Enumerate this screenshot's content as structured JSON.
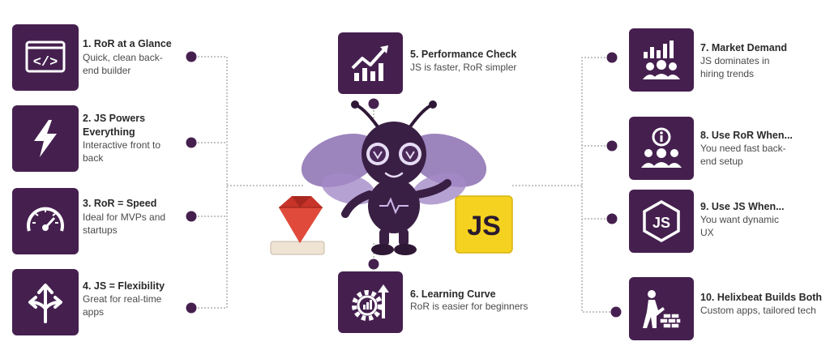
{
  "colors": {
    "accent": "#45204f",
    "line": "#7a7a7a",
    "wing": "#8b6fb1",
    "ruby": "#c8342a",
    "js_yellow": "#f5d21f"
  },
  "items": [
    {
      "title": "1. RoR at a Glance",
      "desc": "Quick, clean back-end builder",
      "icon": "code-window-icon"
    },
    {
      "title": "2. JS Powers Everything",
      "desc": "Interactive front to back",
      "icon": "lightning-icon"
    },
    {
      "title": "3. RoR = Speed",
      "desc": "Ideal for MVPs and startups",
      "icon": "speedometer-icon"
    },
    {
      "title": "4. JS = Flexibility",
      "desc": "Great for real-time apps",
      "icon": "split-arrows-icon"
    },
    {
      "title": "5. Performance Check",
      "desc": "JS is faster, RoR simpler",
      "icon": "growth-chart-icon"
    },
    {
      "title": "6. Learning Curve",
      "desc": "RoR is easier for beginners",
      "icon": "gear-arrow-icon"
    },
    {
      "title": "7. Market Demand",
      "desc": "JS dominates in hiring trends",
      "icon": "market-people-icon"
    },
    {
      "title": "8. Use RoR When...",
      "desc": "You need fast back-end setup",
      "icon": "info-team-icon"
    },
    {
      "title": "9. Use JS When...",
      "desc": "You want dynamic UX",
      "icon": "js-hexagon-icon"
    },
    {
      "title": "10. Helixbeat Builds Both",
      "desc": "Custom apps, tailored tech",
      "icon": "builder-bricks-icon"
    }
  ],
  "mascot": {
    "js_label": "JS"
  }
}
